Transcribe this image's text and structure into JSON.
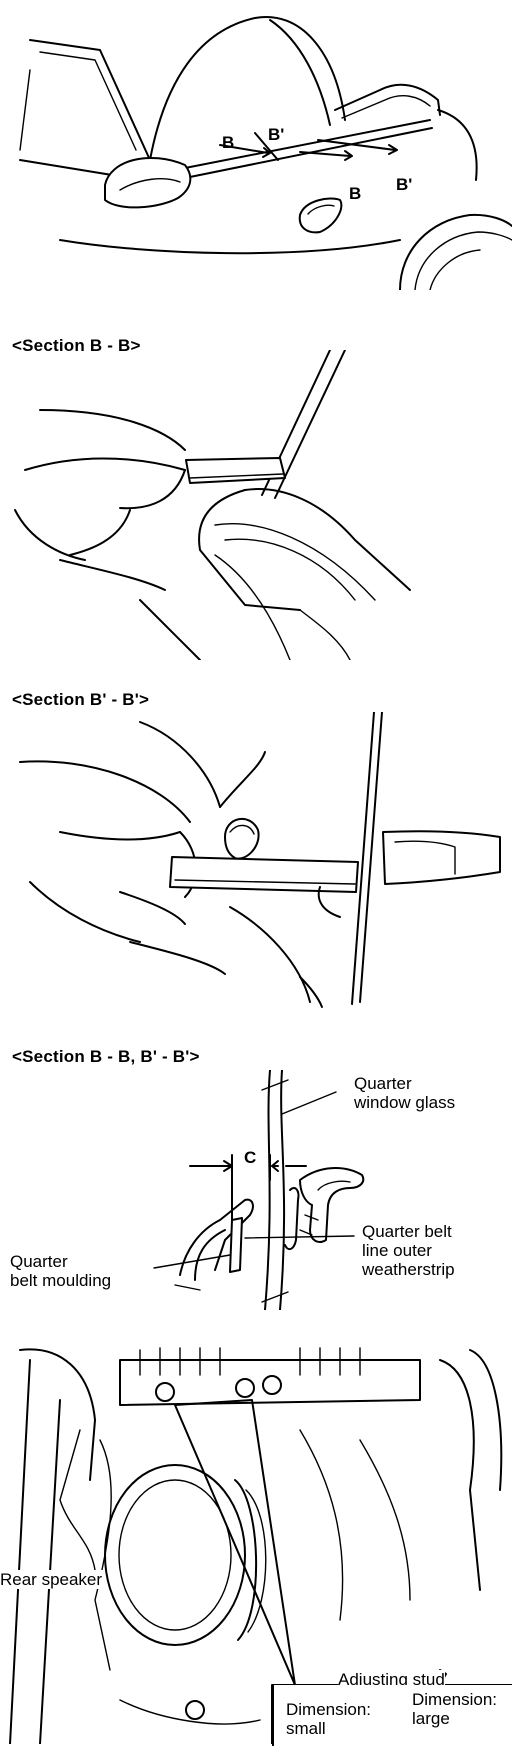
{
  "car_view": {
    "markers": {
      "b1": "B",
      "b2": "B'",
      "b3": "B",
      "b4": "B'"
    }
  },
  "section_bb": {
    "heading": "<Section B - B>"
  },
  "section_bpbp": {
    "heading": "<Section B' - B'>"
  },
  "section_combined": {
    "heading": "<Section B - B, B' - B'>",
    "dimension_label": "C",
    "labels": {
      "quarter_window_glass": "Quarter\nwindow glass",
      "quarter_belt_moulding": "Quarter\nbelt moulding",
      "belt_line_weatherstrip": "Quarter belt\nline outer\nweatherstrip"
    }
  },
  "speaker_view": {
    "labels": {
      "rear_speaker": "Rear speaker",
      "adjusting_stud": "Adjusting stud",
      "dimension_large": "Dimension:\nlarge",
      "dimension_small": "Dimension:\nsmall"
    }
  }
}
